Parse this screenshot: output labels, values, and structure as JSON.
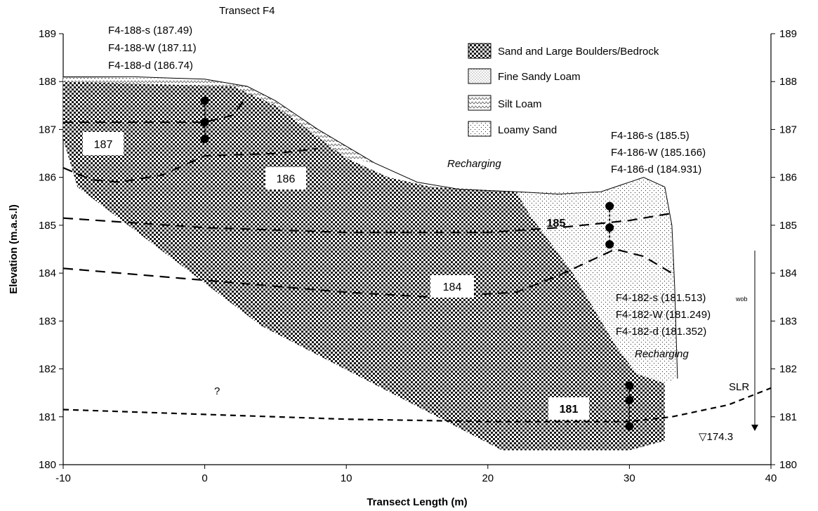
{
  "chart_data": {
    "type": "cross-section",
    "title": "Transect F4",
    "xlabel": "Transect Length (m)",
    "ylabel": "Elevation (m.a.s.l)",
    "xlim": [
      -10,
      40
    ],
    "ylim": [
      180,
      189
    ],
    "x_ticks": [
      "-10",
      "0",
      "10",
      "20",
      "30",
      "40"
    ],
    "y_ticks": [
      "180",
      "181",
      "182",
      "183",
      "184",
      "185",
      "186",
      "187",
      "188",
      "189"
    ],
    "legend": [
      {
        "label": "Sand and Large Boulders/Bedrock",
        "pattern": "checker"
      },
      {
        "label": "Fine Sandy Loam",
        "pattern": "fine-dots"
      },
      {
        "label": "Silt Loam",
        "pattern": "wavy"
      },
      {
        "label": "Loamy Sand",
        "pattern": "sparse-dots"
      }
    ],
    "ground_surface": [
      [
        -10,
        188.1
      ],
      [
        -5,
        188.1
      ],
      [
        0,
        188.05
      ],
      [
        3,
        187.9
      ],
      [
        5,
        187.6
      ],
      [
        8,
        187.0
      ],
      [
        12,
        186.3
      ],
      [
        15,
        185.9
      ],
      [
        18,
        185.75
      ],
      [
        22,
        185.7
      ],
      [
        25,
        185.65
      ],
      [
        28,
        185.7
      ],
      [
        31,
        186.0
      ],
      [
        32.5,
        185.8
      ],
      [
        33,
        185
      ],
      [
        33.2,
        183.7
      ],
      [
        33.4,
        181.8
      ]
    ],
    "layers": {
      "bedrock": [
        [
          -10,
          188
        ],
        [
          2,
          187.9
        ],
        [
          5,
          187.5
        ],
        [
          10,
          186.4
        ],
        [
          13,
          186.0
        ],
        [
          16,
          185.8
        ],
        [
          22,
          185.7
        ],
        [
          23,
          185.2
        ],
        [
          26,
          184
        ],
        [
          29,
          182.5
        ],
        [
          30.5,
          181.9
        ],
        [
          32.5,
          181.7
        ],
        [
          32.5,
          180.5
        ],
        [
          30,
          180.3
        ],
        [
          21,
          180.3
        ],
        [
          4,
          182.9
        ],
        [
          -9,
          185.8
        ],
        [
          -10,
          186.8
        ]
      ],
      "silt_loam": [
        [
          -10,
          188.1
        ],
        [
          0,
          188.05
        ],
        [
          3,
          187.9
        ],
        [
          5,
          187.6
        ],
        [
          8,
          187.0
        ],
        [
          12,
          186.3
        ],
        [
          10,
          186.4
        ],
        [
          5,
          187.5
        ],
        [
          2,
          187.9
        ],
        [
          -10,
          188
        ]
      ],
      "loamy_sand": [
        [
          22,
          185.7
        ],
        [
          28,
          185.7
        ],
        [
          31,
          186.0
        ],
        [
          32.5,
          185.8
        ],
        [
          33,
          185
        ],
        [
          33.2,
          183.7
        ],
        [
          33.4,
          181.8
        ],
        [
          32.5,
          181.7
        ],
        [
          30.5,
          181.9
        ],
        [
          29,
          182.5
        ],
        [
          26,
          184
        ],
        [
          23,
          185.2
        ]
      ]
    },
    "contours": [
      {
        "label": "187",
        "points": [
          [
            -10,
            187.15
          ],
          [
            0,
            187.15
          ],
          [
            2,
            187.3
          ],
          [
            3,
            187.7
          ]
        ]
      },
      {
        "label": "186",
        "points": [
          [
            -10,
            186.2
          ],
          [
            -8,
            185.95
          ],
          [
            -6,
            185.9
          ],
          [
            -3,
            186.05
          ],
          [
            0,
            186.45
          ],
          [
            5,
            186.5
          ],
          [
            8,
            186.6
          ]
        ]
      },
      {
        "label": "185",
        "points": [
          [
            -10,
            185.15
          ],
          [
            0,
            184.95
          ],
          [
            10,
            184.85
          ],
          [
            20,
            184.85
          ],
          [
            25,
            184.95
          ],
          [
            30,
            185.1
          ],
          [
            33,
            185.25
          ]
        ]
      },
      {
        "label": "184",
        "points": [
          [
            -10,
            184.1
          ],
          [
            0,
            183.85
          ],
          [
            10,
            183.6
          ],
          [
            16,
            183.5
          ],
          [
            22,
            183.6
          ],
          [
            25,
            183.95
          ],
          [
            29,
            184.5
          ],
          [
            31,
            184.35
          ],
          [
            33,
            184.0
          ]
        ]
      },
      {
        "label": "181",
        "points": [
          [
            -10,
            181.15
          ],
          [
            0,
            181.05
          ],
          [
            10,
            180.95
          ],
          [
            20,
            180.9
          ],
          [
            30,
            180.9
          ],
          [
            33,
            181.0
          ],
          [
            37,
            181.25
          ],
          [
            40,
            181.6
          ]
        ]
      }
    ],
    "wells": [
      {
        "x": 0,
        "elevations": [
          187.6,
          187.15,
          186.8
        ]
      },
      {
        "x": 28.6,
        "elevations": [
          185.4,
          184.95,
          184.6
        ]
      },
      {
        "x": 30,
        "elevations": [
          181.65,
          181.35,
          180.8
        ]
      }
    ],
    "annotations": {
      "well_188": [
        "F4-188-s (187.49)",
        "F4-188-W (187.11)",
        "F4-188-d (186.74)"
      ],
      "well_186": [
        "F4-186-s (185.5)",
        "F4-186-W (185.166)",
        "F4-186-d (184.931)"
      ],
      "well_182": [
        "F4-182-s (181.513)",
        "F4-182-W (181.249)",
        "F4-182-d (181.352)"
      ],
      "wob": "wob",
      "recharging": "Recharging",
      "unknown": "?",
      "slr": "SLR",
      "slr_level": "▽174.3"
    }
  }
}
